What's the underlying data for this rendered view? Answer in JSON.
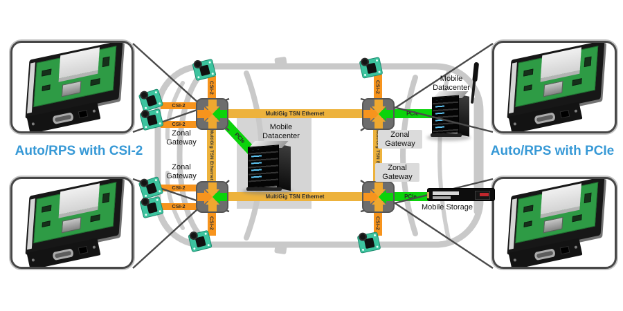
{
  "captions": {
    "left": "Auto/RPS with CSI-2",
    "right": "Auto/RPS with PCIe"
  },
  "labels": {
    "zonal_gateway": "Zonal Gateway",
    "multigig": "MultiGig TSN Ethernet",
    "csi2": "CSI-2",
    "pcie": "PCIe",
    "mobile_datacenter": "Mobile Datacenter",
    "mobile_storage": "Mobile Storage"
  },
  "colors": {
    "csi2_orange": "#F7941D",
    "ethernet_amber": "#EDB23C",
    "pcie_green": "#0BD30B",
    "gateway_gray": "#6D6D6D",
    "caption_blue": "#3799D6",
    "car_outline_gray": "#C9C9C9"
  }
}
